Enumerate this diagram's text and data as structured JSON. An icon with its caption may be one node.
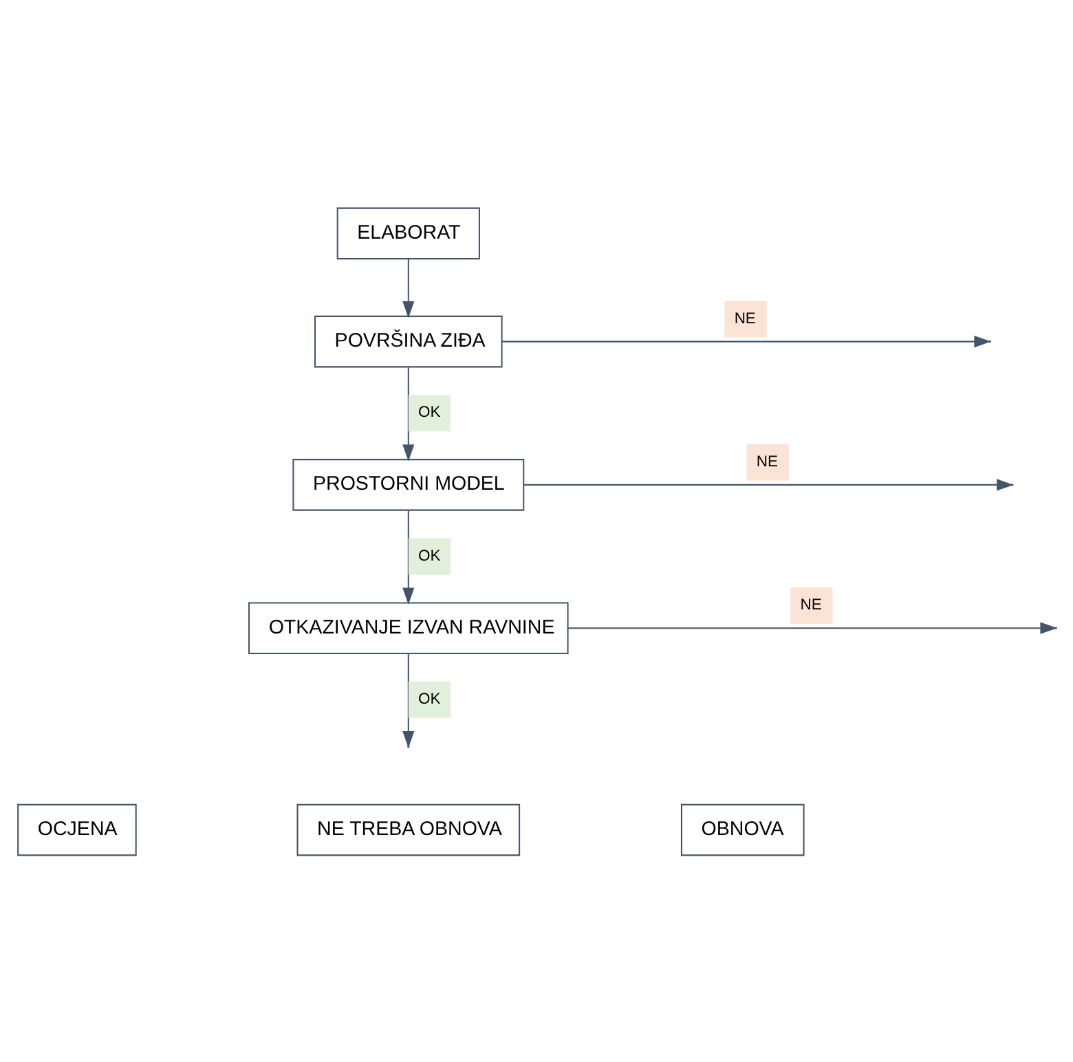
{
  "diagram": {
    "nodes": [
      {
        "text": [
          "ELABORAT"
        ]
      },
      {
        "text": [
          "POVRŠINA ZIĐA"
        ]
      },
      {
        "text": [
          "PROSTORNI MODEL"
        ]
      },
      {
        "text": [
          "OTKAZIVANJE IZVAN RAVNINE"
        ]
      },
      {
        "text": [
          "OCJENA"
        ]
      },
      {
        "text": [
          "NE TREBA OBNOVA"
        ]
      },
      {
        "text": [
          "OBNOVA"
        ]
      }
    ],
    "edges": [
      {
        "from": 0,
        "to": 1,
        "arrow": "to"
      },
      {
        "from": 1,
        "to": null,
        "arrow": "to",
        "label": "NE"
      },
      {
        "from": 1,
        "to": 2,
        "arrow": "to",
        "label": "OK"
      },
      {
        "from": 2,
        "to": null,
        "arrow": "to",
        "label": "NE"
      },
      {
        "from": 2,
        "to": 3,
        "arrow": "to",
        "label": "OK"
      },
      {
        "from": 3,
        "to": null,
        "arrow": "to",
        "label": "NE"
      },
      {
        "from": 3,
        "to": null,
        "arrow": "to",
        "label": "OK"
      }
    ]
  }
}
